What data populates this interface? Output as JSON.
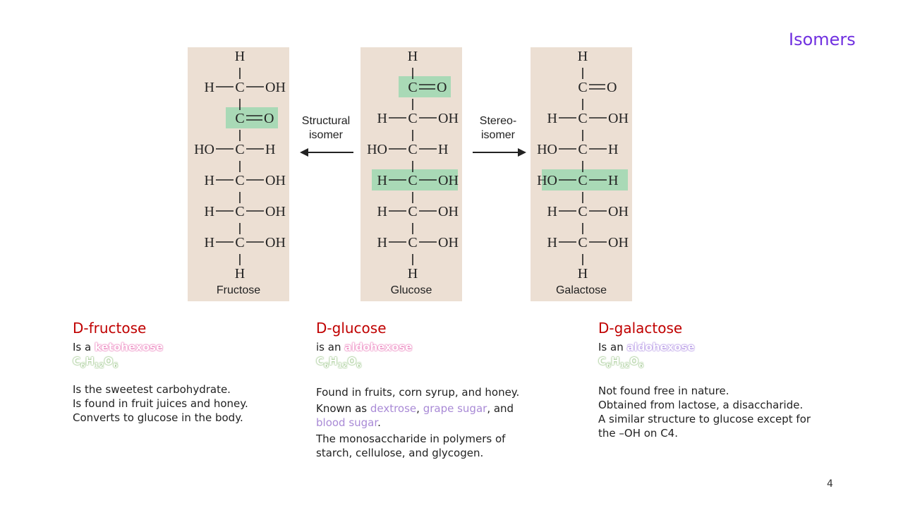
{
  "title": "Isomers",
  "page_number": "4",
  "figure": {
    "structures": [
      {
        "name": "Fructose",
        "rows": [
          {
            "left": "",
            "center": "H",
            "right": ""
          },
          {
            "left": "H",
            "center": "C",
            "right": "OH"
          },
          {
            "left": "",
            "center": "C",
            "right": "O",
            "double": true
          },
          {
            "left": "HO",
            "center": "C",
            "right": "H"
          },
          {
            "left": "H",
            "center": "C",
            "right": "OH"
          },
          {
            "left": "H",
            "center": "C",
            "right": "OH"
          },
          {
            "left": "H",
            "center": "C",
            "right": "OH"
          },
          {
            "left": "",
            "center": "H",
            "right": ""
          }
        ]
      },
      {
        "name": "Glucose",
        "rows": [
          {
            "left": "",
            "center": "H",
            "right": ""
          },
          {
            "left": "",
            "center": "C",
            "right": "O",
            "double": true
          },
          {
            "left": "H",
            "center": "C",
            "right": "OH"
          },
          {
            "left": "HO",
            "center": "C",
            "right": "H"
          },
          {
            "left": "H",
            "center": "C",
            "right": "OH"
          },
          {
            "left": "H",
            "center": "C",
            "right": "OH"
          },
          {
            "left": "H",
            "center": "C",
            "right": "OH"
          },
          {
            "left": "",
            "center": "H",
            "right": ""
          }
        ]
      },
      {
        "name": "Galactose",
        "rows": [
          {
            "left": "",
            "center": "H",
            "right": ""
          },
          {
            "left": "",
            "center": "C",
            "right": "O",
            "double": true
          },
          {
            "left": "H",
            "center": "C",
            "right": "OH"
          },
          {
            "left": "HO",
            "center": "C",
            "right": "H"
          },
          {
            "left": "HO",
            "center": "C",
            "right": "H"
          },
          {
            "left": "H",
            "center": "C",
            "right": "OH"
          },
          {
            "left": "H",
            "center": "C",
            "right": "OH"
          },
          {
            "left": "",
            "center": "H",
            "right": ""
          }
        ]
      }
    ],
    "arrow_left_label": [
      "Structural",
      "isomer"
    ],
    "arrow_right_label": [
      "Stereo-",
      "isomer"
    ],
    "highlight_color": "#a9d9b6"
  },
  "descriptions": [
    {
      "name": "D-fructose",
      "sub_prefix": "Is a ",
      "sub_term": "ketohexose",
      "formula": {
        "c": "C",
        "c_n": "6",
        "h": "H",
        "h_n": "12",
        "o": "O",
        "o_n": "6"
      },
      "lines": [
        "Is the sweetest carbohydrate.",
        "Is found in fruit juices and honey.",
        "Converts to glucose in the body."
      ]
    },
    {
      "name": "D-glucose",
      "sub_prefix": "is an ",
      "sub_term": "aldohexose",
      "formula": {
        "c": "C",
        "c_n": "6",
        "h": "H",
        "h_n": "12",
        "o": "O",
        "o_n": "6"
      },
      "line1": "Found in fruits, corn syrup, and honey.",
      "known_prefix": "Known as ",
      "known_term1": "dextrose",
      "known_sep1": ", ",
      "known_term2": "grape sugar",
      "known_sep2": ", and",
      "known_term3": "blood sugar",
      "known_end": ".",
      "line3a": "The monosaccharide in  polymers of",
      "line3b": "starch, cellulose, and glycogen."
    },
    {
      "name": "D-galactose",
      "sub_prefix": "Is an ",
      "sub_term": "aldohexose",
      "formula": {
        "c": "C",
        "c_n": "6",
        "h": "H",
        "h_n": "12",
        "o": "O",
        "o_n": "6"
      },
      "lines": [
        "Not found free in nature.",
        "Obtained from lactose, a disaccharide.",
        "A similar structure to glucose except for",
        "the –OH on C4."
      ]
    }
  ]
}
